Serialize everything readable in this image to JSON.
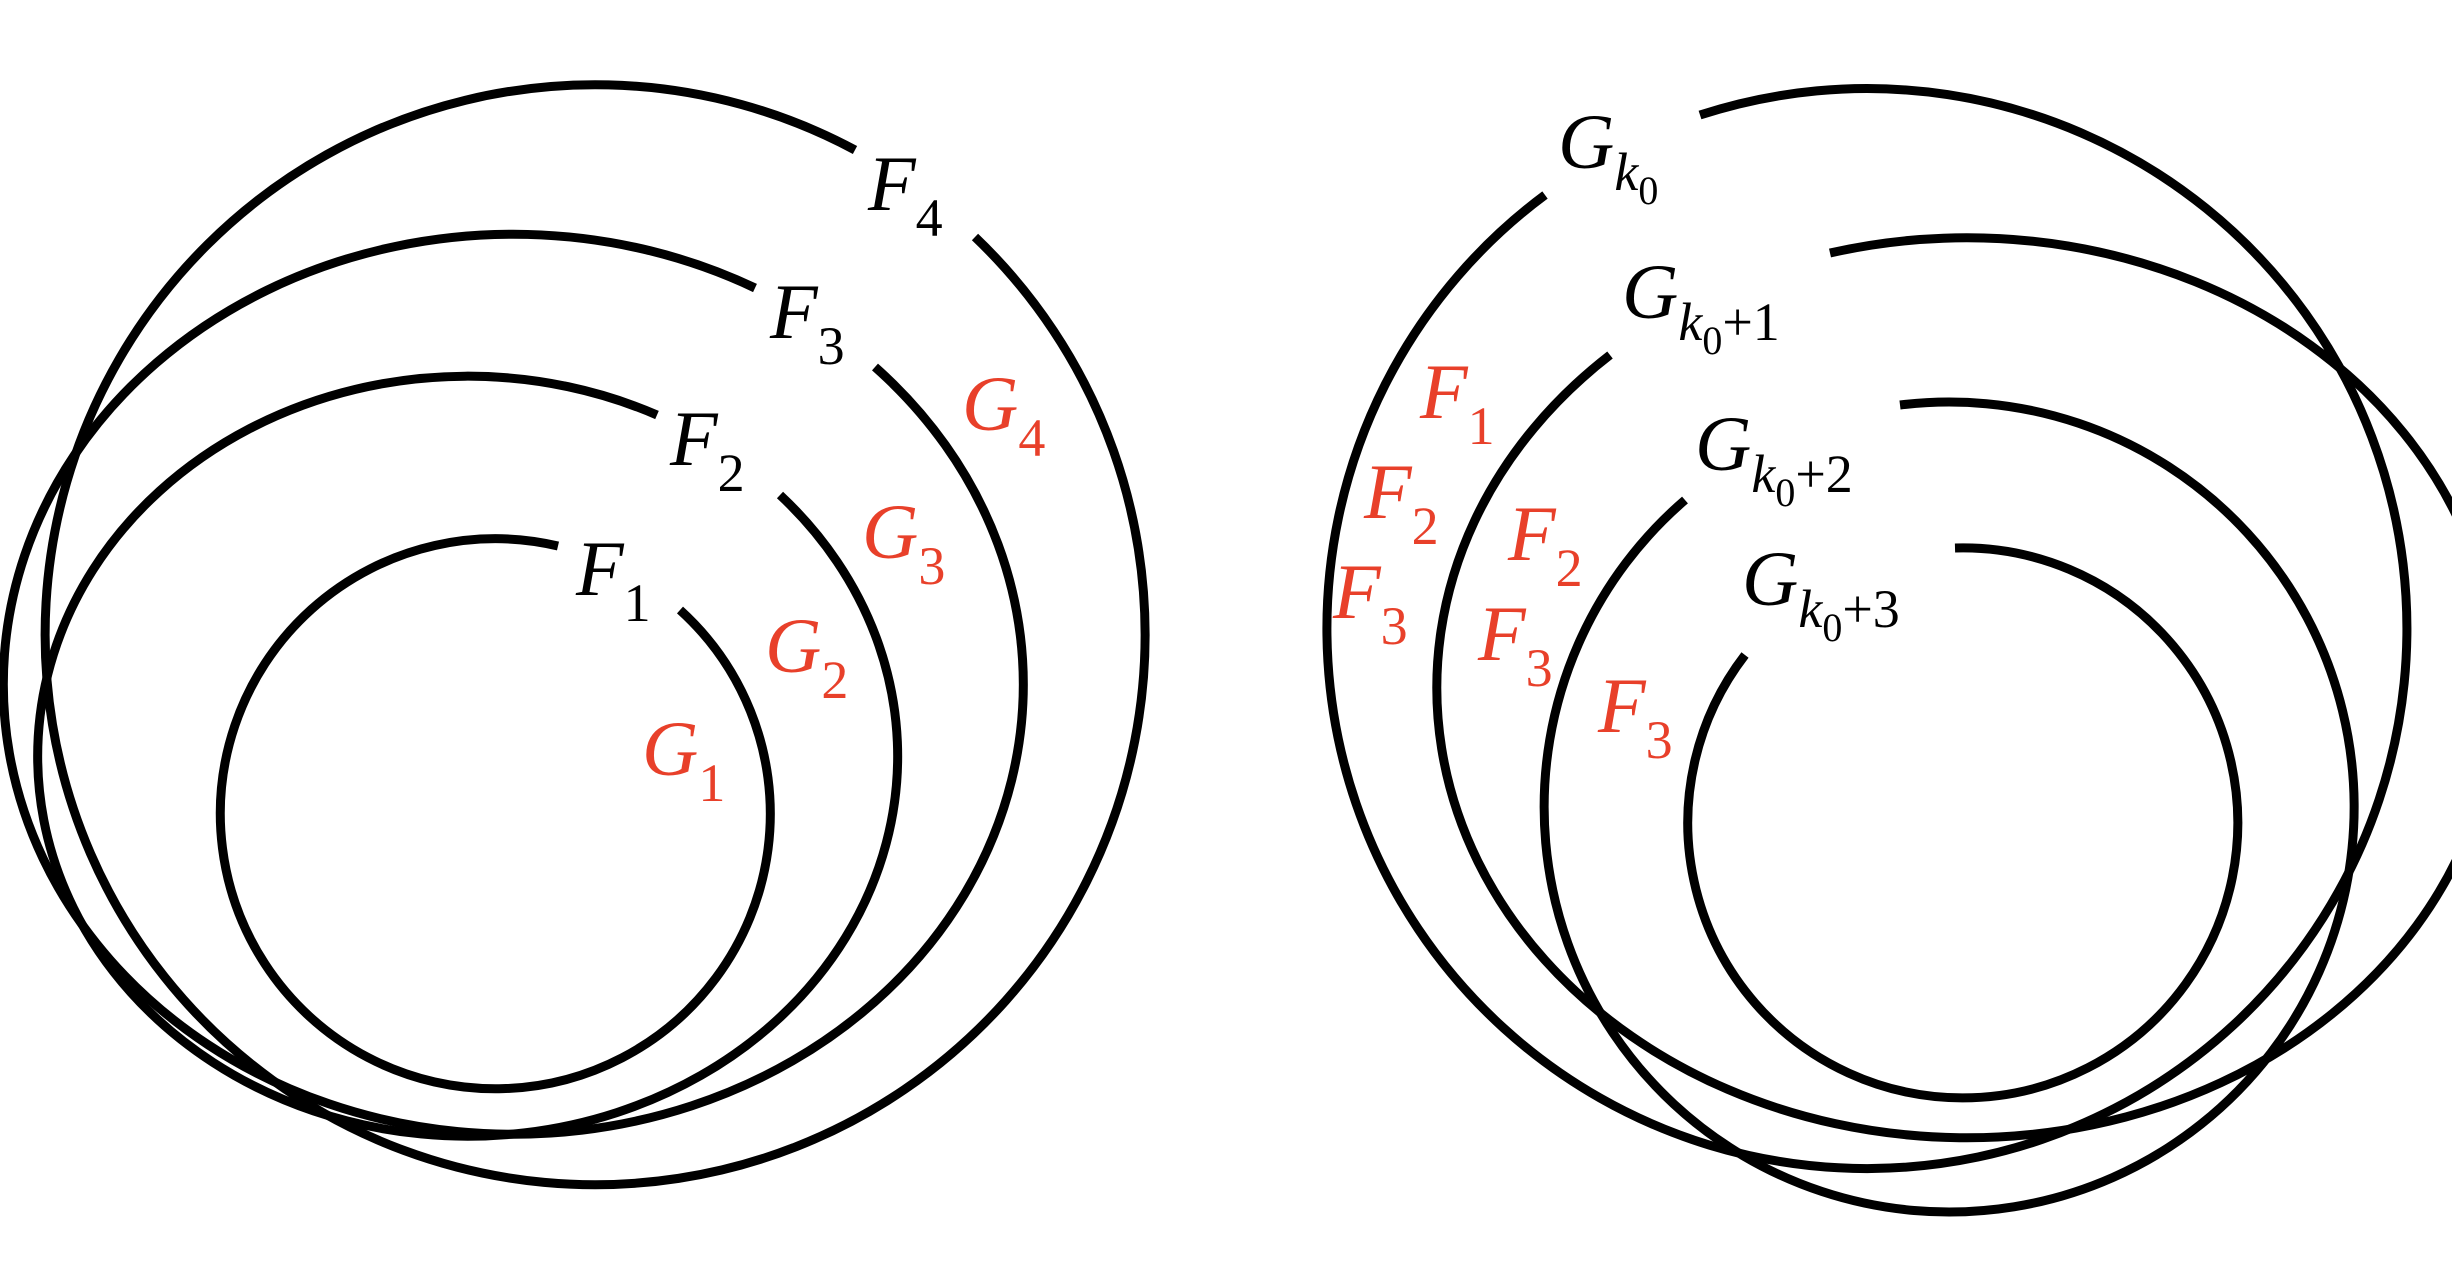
{
  "colors": {
    "line": "#000000",
    "text": "#000000",
    "accent": "#e8402a"
  },
  "left_panel": {
    "loops": [
      {
        "name": "F",
        "index": "4",
        "inner": {
          "name": "G",
          "index": "4"
        }
      },
      {
        "name": "F",
        "index": "3",
        "inner": {
          "name": "G",
          "index": "3"
        }
      },
      {
        "name": "F",
        "index": "2",
        "inner": {
          "name": "G",
          "index": "2"
        }
      },
      {
        "name": "F",
        "index": "1",
        "inner": {
          "name": "G",
          "index": "1"
        }
      }
    ]
  },
  "right_panel": {
    "loops": [
      {
        "name": "G",
        "sub_k": "k",
        "sub_zero": "0",
        "sub_rest": "",
        "inner": [
          {
            "name": "F",
            "index": "1"
          },
          {
            "name": "F",
            "index": "2"
          },
          {
            "name": "F",
            "index": "3"
          }
        ]
      },
      {
        "name": "G",
        "sub_k": "k",
        "sub_zero": "0",
        "sub_rest": "+1",
        "inner": [
          {
            "name": "F",
            "index": "2"
          },
          {
            "name": "F",
            "index": "3"
          }
        ]
      },
      {
        "name": "G",
        "sub_k": "k",
        "sub_zero": "0",
        "sub_rest": "+2",
        "inner": [
          {
            "name": "F",
            "index": "3"
          }
        ]
      },
      {
        "name": "G",
        "sub_k": "k",
        "sub_zero": "0",
        "sub_rest": "+3",
        "inner": []
      }
    ]
  }
}
